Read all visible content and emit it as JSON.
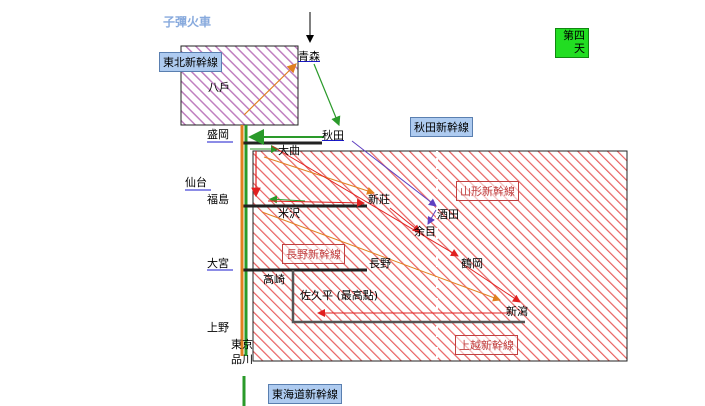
{
  "title": "子彈火車",
  "day_badge": {
    "line1": "第四",
    "line2": "天",
    "color": "#22dd22"
  },
  "colors": {
    "hatch_purple": "#c080c0",
    "hatch_red": "#e04040",
    "tohoku_line": "#2a9a2a",
    "route_orange": "#e08020",
    "route_red": "#e02020",
    "route_green": "#2a9a2a",
    "route_purple": "#6040c0"
  },
  "line_names": {
    "tohoku": "東北新幹線",
    "akita": "秋田新幹線",
    "yamagata": "山形新幹線",
    "nagano": "長野新幹線",
    "joetsu": "上越新幹線",
    "tokaido": "東海道新幹線"
  },
  "stations": {
    "aomori": "青森",
    "hachinohe": "八戶",
    "morioka": "盛岡",
    "akita": "秋田",
    "omagari": "大曲",
    "sendai": "仙台",
    "fukushima": "福島",
    "shinjo": "新莊",
    "yonezawa": "米沢",
    "sakata": "酒田",
    "amarume": "余目",
    "tsuruoka": "鶴岡",
    "nagano": "長野",
    "takasaki": "高崎",
    "omiya": "大宮",
    "sakudaira": "佐久平 (最高點)",
    "niigata": "新瀉",
    "ueno": "上野",
    "tokyo": "東京",
    "shinagawa": "品川"
  }
}
